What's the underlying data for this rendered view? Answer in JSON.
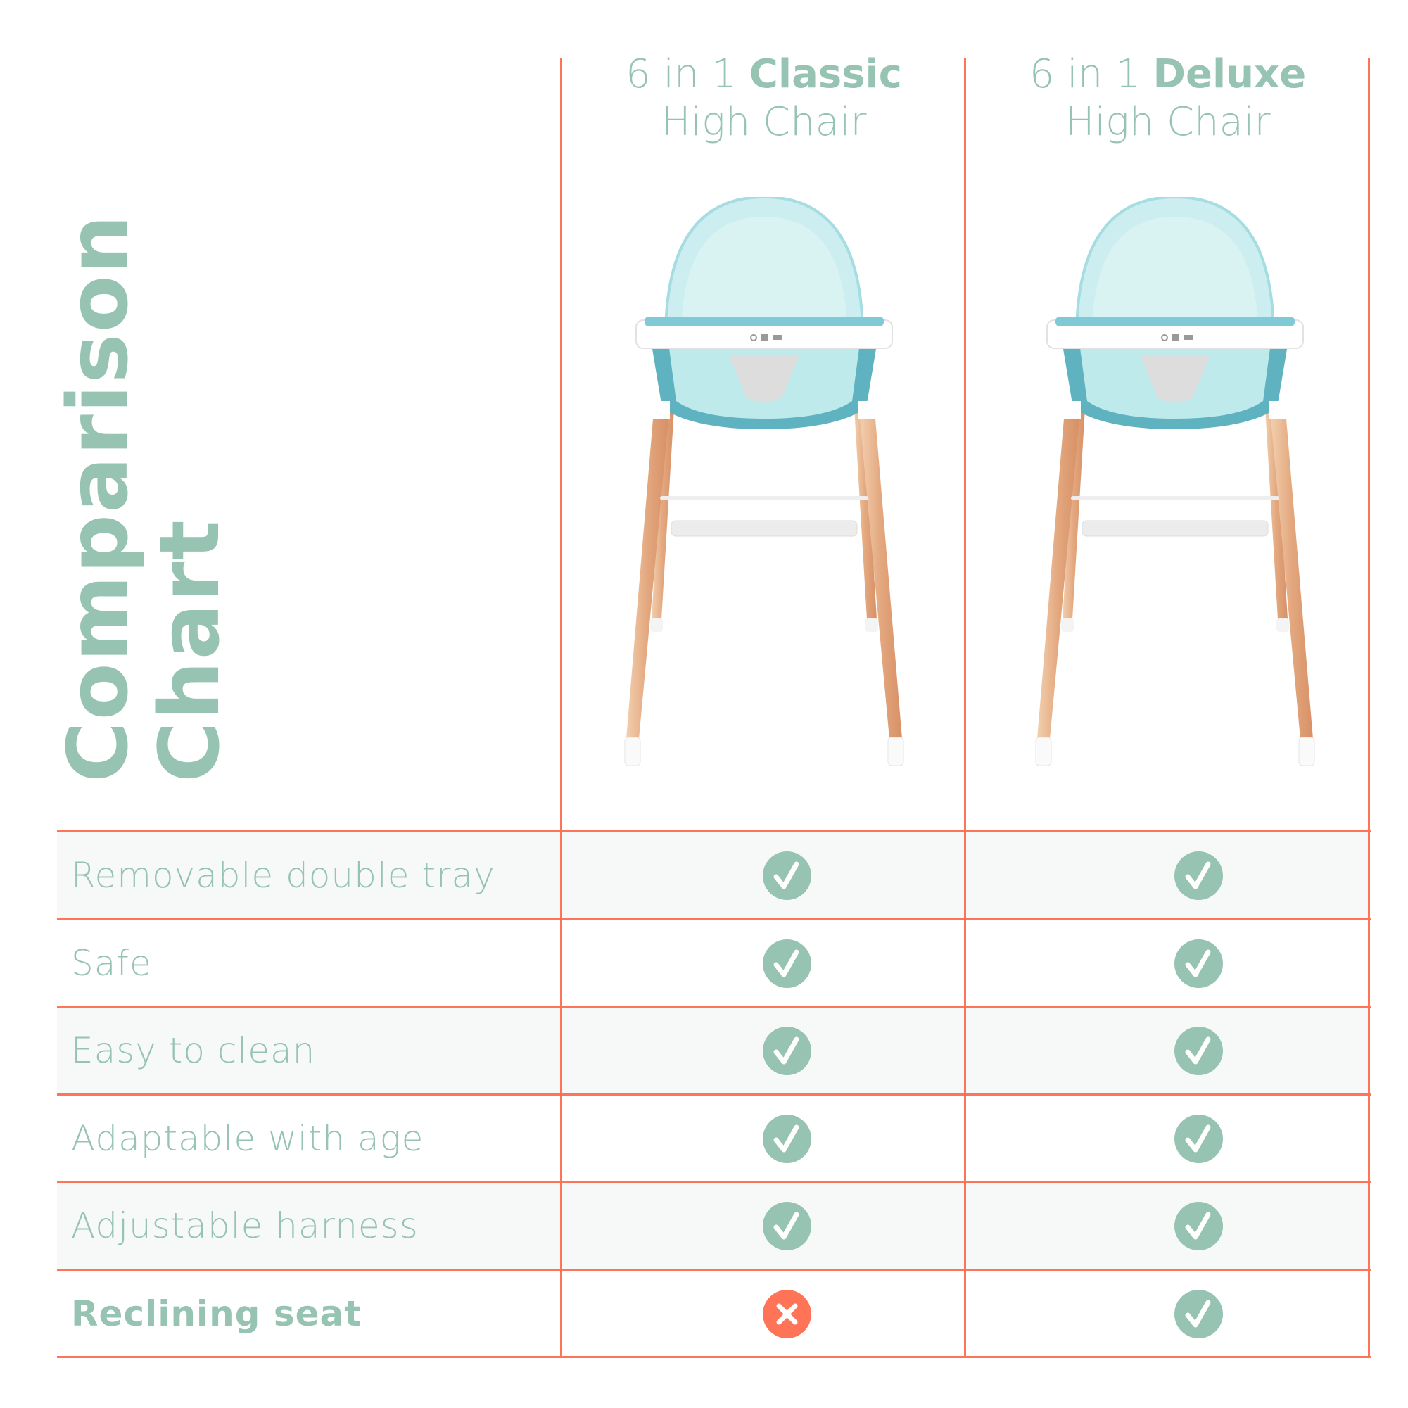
{
  "title": {
    "line1": "Comparison",
    "line2": "Chart"
  },
  "products": [
    {
      "prefix": "6 in 1",
      "name": "Classic",
      "line2": "High Chair"
    },
    {
      "prefix": "6 in 1",
      "name": "Deluxe",
      "line2": "High Chair"
    }
  ],
  "features": [
    {
      "label": "Removable double tray",
      "classic": "check-icon",
      "deluxe": "check-icon"
    },
    {
      "label": "Safe",
      "classic": "check-icon",
      "deluxe": "check-icon"
    },
    {
      "label": "Easy to clean",
      "classic": "check-icon",
      "deluxe": "check-icon"
    },
    {
      "label": "Adaptable with age",
      "classic": "check-icon",
      "deluxe": "check-icon"
    },
    {
      "label": "Adjustable harness",
      "classic": "check-icon",
      "deluxe": "check-icon"
    },
    {
      "label": "Reclining seat",
      "classic": "cross-icon",
      "deluxe": "check-icon"
    }
  ],
  "colors": {
    "accent": "#96c3b2",
    "grid": "#ff7456",
    "shade": "#f7f9f8",
    "cross": "#ff7456"
  }
}
